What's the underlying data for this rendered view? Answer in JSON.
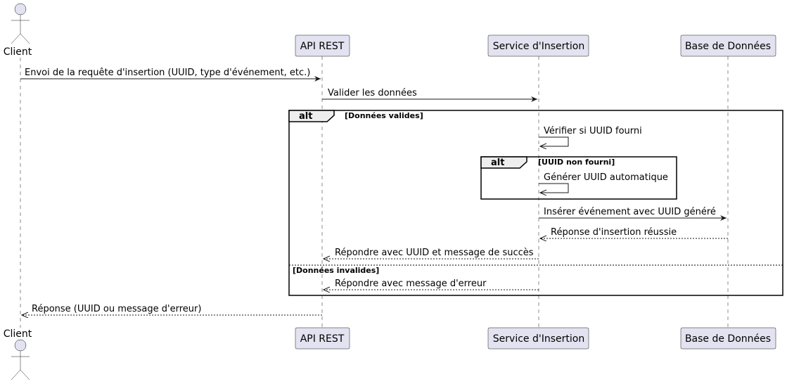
{
  "participants": {
    "client": "Client",
    "api": "API REST",
    "service": "Service d'Insertion",
    "db": "Base de Données"
  },
  "messages": [
    "Envoi de la requête d'insertion (UUID, type d'événement, etc.)",
    "Valider les données",
    "Vérifier si UUID fourni",
    "Générer UUID automatique",
    "Insérer événement avec UUID généré",
    "Réponse d'insertion réussie",
    "Répondre avec UUID et message de succès",
    "Répondre avec message d'erreur",
    "Réponse (UUID ou message d'erreur)"
  ],
  "fragments": {
    "outer": {
      "keyword": "alt",
      "guard": "[Données valides]",
      "else_guard": "[Données invalides]"
    },
    "inner": {
      "keyword": "alt",
      "guard": "[UUID non fourni]"
    }
  },
  "colors": {
    "participant_fill": "#e2e2f0",
    "line": "#181818",
    "frame_tab": "#eeeeee"
  }
}
